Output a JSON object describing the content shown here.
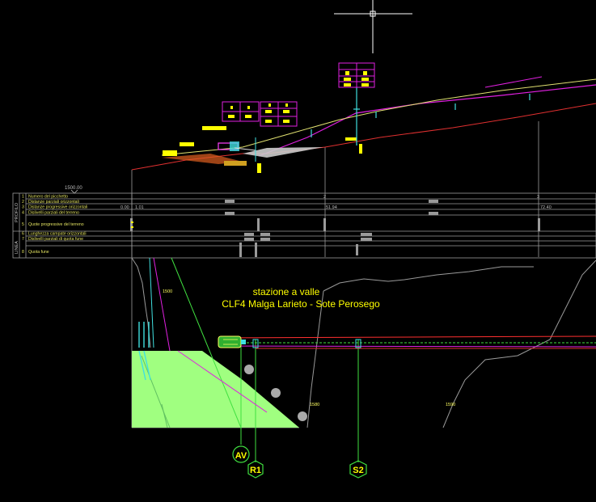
{
  "profile": {
    "side_label_profile": "PROFILO",
    "side_label_line": "LINEA",
    "scale_label": "1500.00",
    "rows": [
      {
        "num": "1",
        "label": "Numero del picchetto"
      },
      {
        "num": "2",
        "label": "Distanze parziali orizzontali"
      },
      {
        "num": "3",
        "label": "Distanze progressive orizzontali"
      },
      {
        "num": "4",
        "label": "Dislivelli parziali del terreno"
      },
      {
        "num": "5",
        "label": "Quote progressive del terreno"
      },
      {
        "num": "6",
        "label": "Lunghezza campate orizzontali"
      },
      {
        "num": "7",
        "label": "Dislivelli parziali di quota fune"
      },
      {
        "num": "8",
        "label": "Quota fune"
      }
    ],
    "progressive_values": [
      "0.00",
      "1.01",
      "51.94",
      "72.40"
    ],
    "stake_numbers": [
      "2",
      "3"
    ]
  },
  "plan": {
    "title_line1": "stazione a valle",
    "title_line2": "CLF4 Malga Larieto - Sote Perosego",
    "contour_labels": [
      "1500",
      "1580",
      "1590"
    ],
    "markers": [
      {
        "id": "AV"
      },
      {
        "id": "R1"
      },
      {
        "id": "S2"
      }
    ]
  },
  "colors": {
    "background": "#000000",
    "grid": "#9a9a9a",
    "rope": "#ff3030",
    "terrain": "#ffff60",
    "magenta": "#e020e0",
    "green": "#40e040",
    "station_fill": "#a0ff80",
    "title": "#ffff00",
    "cyan": "#40e0e0"
  }
}
